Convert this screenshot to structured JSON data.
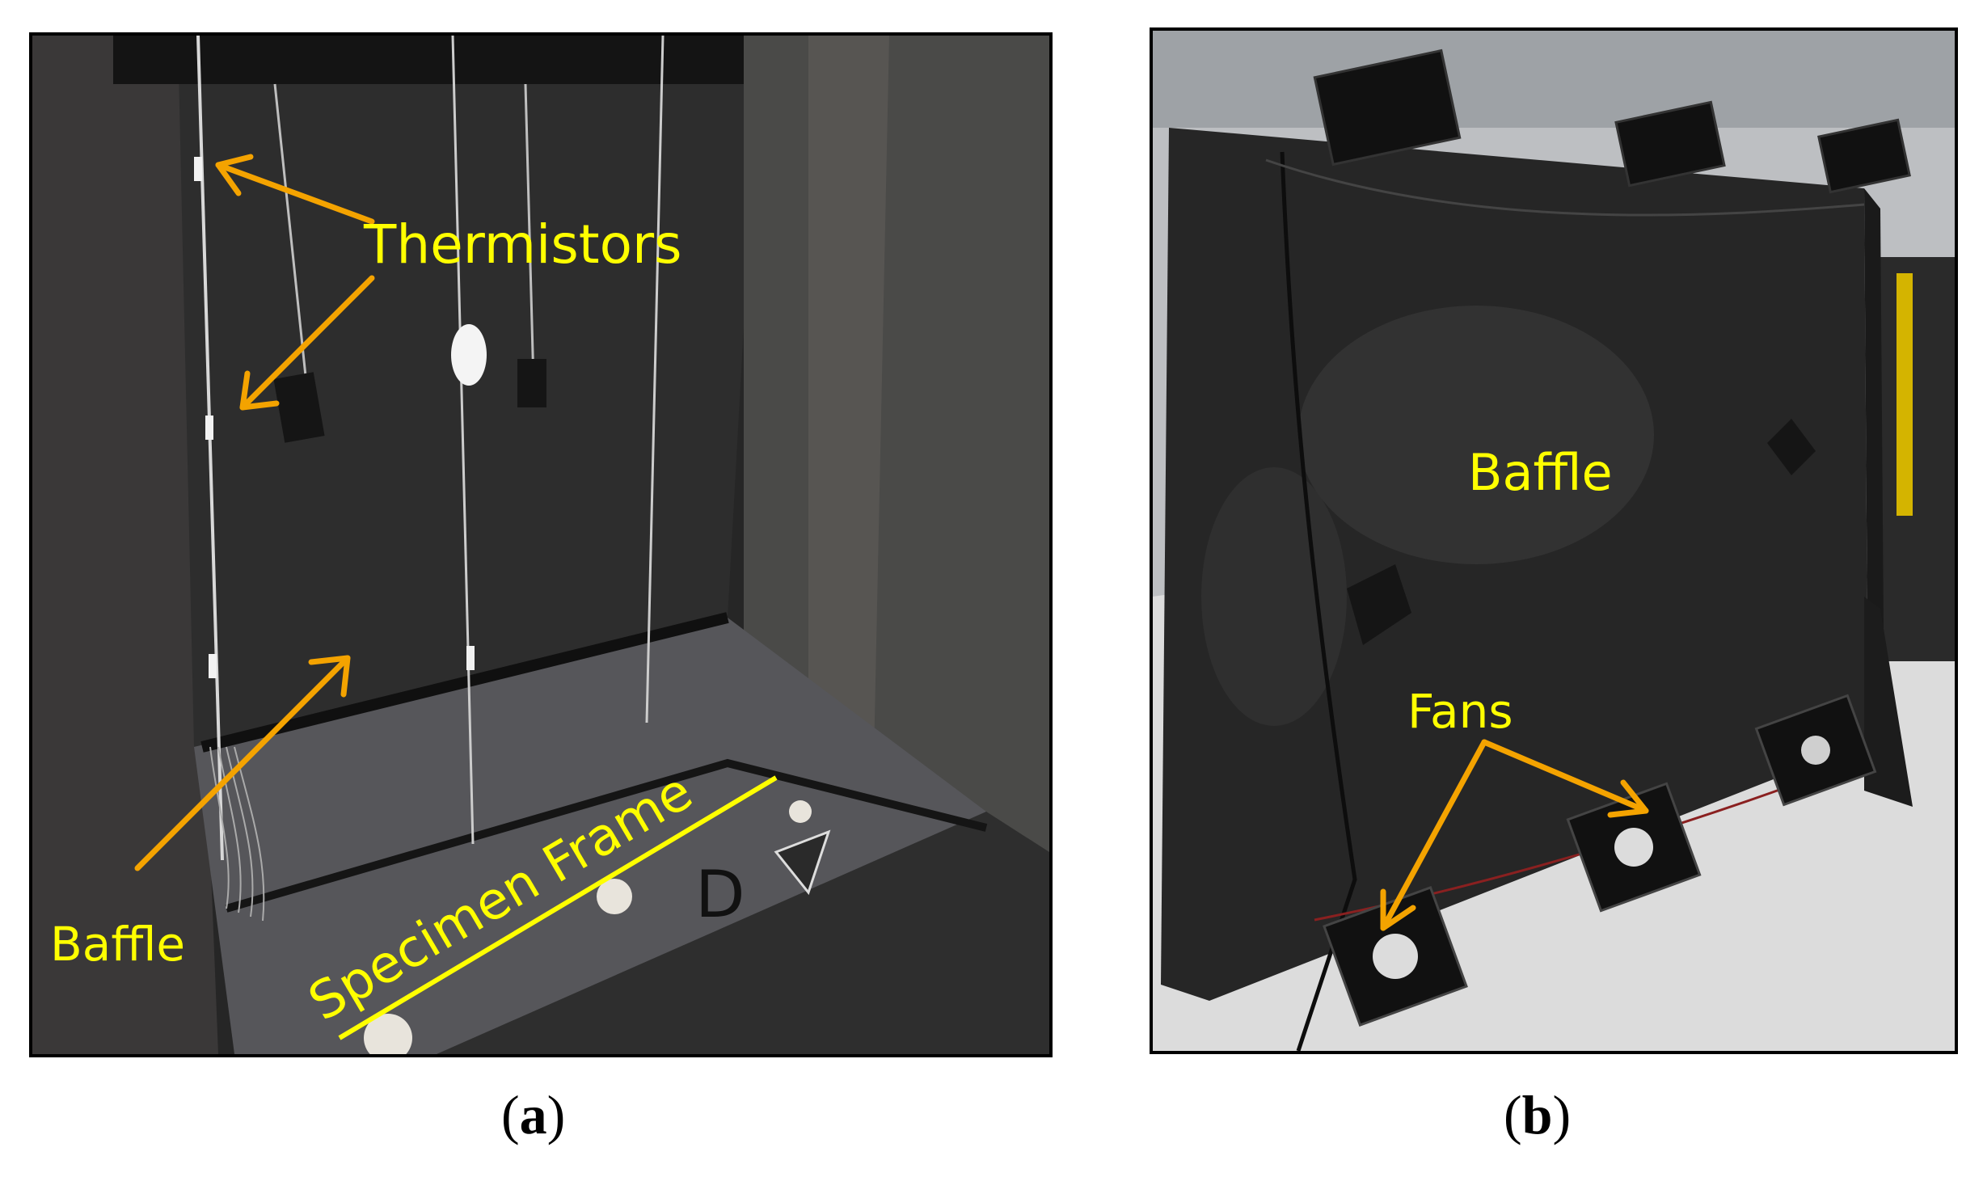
{
  "panel_a": {
    "labels": {
      "thermistors": "Thermistors",
      "baffle": "Baffle",
      "specimen_frame": "Specimen Frame"
    },
    "caption_letter": "a"
  },
  "panel_b": {
    "labels": {
      "baffle": "Baffle",
      "fans": "Fans"
    },
    "caption_letter": "b"
  },
  "colors": {
    "label_yellow": "#ffff00",
    "arrow_orange": "#f4a300"
  }
}
